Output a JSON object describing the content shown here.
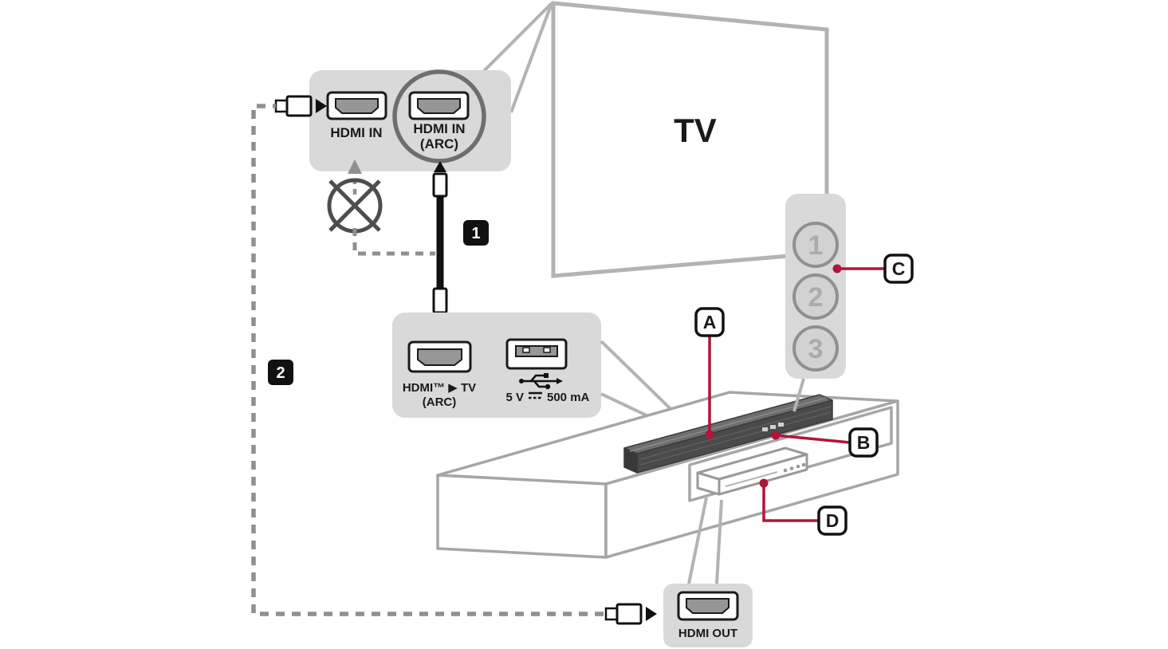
{
  "tv": {
    "label": "TV"
  },
  "tv_ports_panel": {
    "hdmi_in_label": "HDMI IN",
    "hdmi_in_arc_label_line1": "HDMI IN",
    "hdmi_in_arc_label_line2": "(ARC)"
  },
  "soundbar_rear_panel": {
    "hdmi_arc_label_line1": "HDMI™ ▶ TV",
    "hdmi_arc_label_line2": "(ARC)",
    "usb_voltage": "5 V",
    "usb_current": "500 mA"
  },
  "rear_buttons_panel": {
    "buttons": [
      "1",
      "2",
      "3"
    ]
  },
  "hdmi_out_panel": {
    "label": "HDMI OUT"
  },
  "steps": {
    "step1": "1",
    "step2": "2"
  },
  "callouts": {
    "a": "A",
    "b": "B",
    "c": "C",
    "d": "D"
  },
  "colors": {
    "accent_red": "#b0153a",
    "panel_gray": "#d9d9d9",
    "outline_gray": "#b3b3b3",
    "dashed_gray": "#8f8f8f",
    "cable_black": "#111111"
  }
}
